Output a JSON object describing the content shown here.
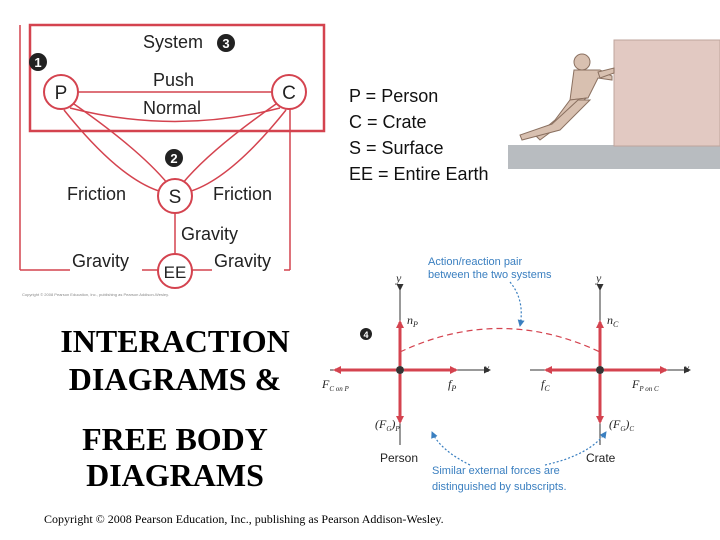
{
  "interaction": {
    "system_label": "System",
    "step1": "1",
    "step2": "2",
    "step3": "3",
    "step4": "4",
    "node_p": "P",
    "node_c": "C",
    "node_s": "S",
    "node_ee": "EE",
    "push": "Push",
    "normal": "Normal",
    "friction_left": "Friction",
    "friction_right": "Friction",
    "gravity_center": "Gravity",
    "gravity_left": "Gravity",
    "gravity_right": "Gravity",
    "copyright_small": "Copyright © 2008 Pearson Education, Inc., publishing as Pearson Addison-Wesley."
  },
  "legend": [
    "P = Person",
    "C = Crate",
    "S = Surface",
    "EE = Entire Earth"
  ],
  "fbd": {
    "pair_note_line1": "Action/reaction pair",
    "pair_note_line2": "between the two systems",
    "y_label": "y",
    "x_label": "x",
    "n_p": "n",
    "n_p_sub": "P",
    "n_c": "n",
    "n_c_sub": "C",
    "f_c_on_p": "F",
    "f_c_on_p_sub": "C on P",
    "f_p": "f",
    "f_p_sub": "P",
    "f_c": "f",
    "f_c_sub": "C",
    "f_p_on_c": "F",
    "f_p_on_c_sub": "P on C",
    "fg_p": "(F",
    "fg_p_sub": "G",
    "fg_p_tail": ")",
    "fg_p_sub2": "P",
    "fg_c": "(F",
    "fg_c_sub": "G",
    "fg_c_tail": ")",
    "fg_c_sub2": "C",
    "person": "Person",
    "crate": "Crate",
    "similar_line1": "Similar external forces are",
    "similar_line2": "distinguished by subscripts."
  },
  "title_line1": "INTERACTION",
  "title_line2": "DIAGRAMS &",
  "title_line3": "FREE BODY",
  "title_line4": "DIAGRAMS",
  "copyright": "Copyright © 2008 Pearson Education, Inc.,  publishing as Pearson Addison-Wesley.",
  "colors": {
    "line_red": "#d4434f",
    "note_blue": "#3a7fc0",
    "arrow_red": "#d4434f",
    "crate_fill": "#e2c9c2"
  }
}
